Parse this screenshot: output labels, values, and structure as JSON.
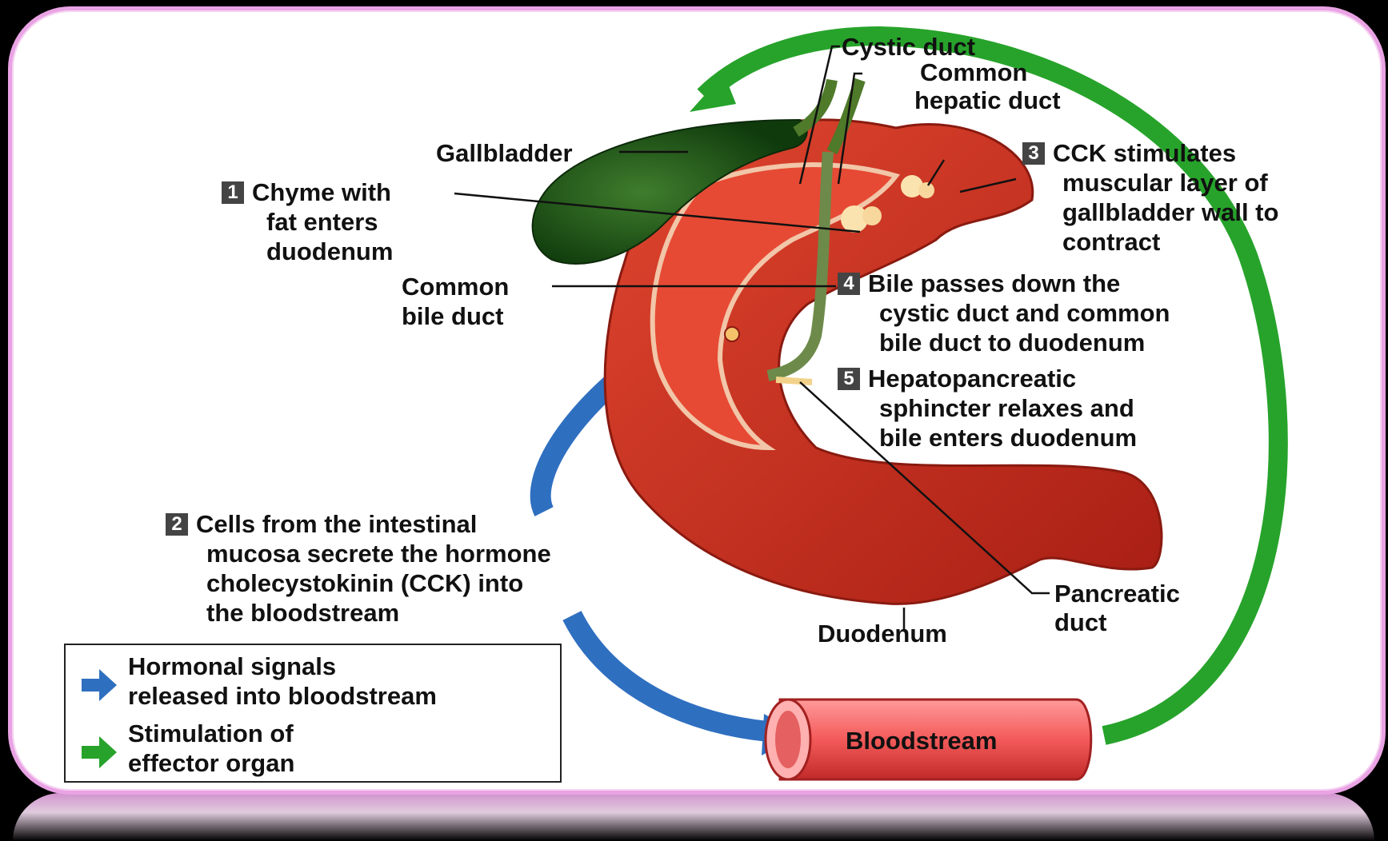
{
  "labels": {
    "cystic_duct": "Cystic duct",
    "common_hepatic_duct_1": "Common",
    "common_hepatic_duct_2": "hepatic duct",
    "gallbladder": "Gallbladder",
    "common_bile_duct_1": "Common",
    "common_bile_duct_2": "bile duct",
    "duodenum": "Duodenum",
    "pancreatic_duct_1": "Pancreatic",
    "pancreatic_duct_2": "duct",
    "bloodstream": "Bloodstream"
  },
  "steps": [
    {
      "number": "1",
      "lines": [
        "Chyme with",
        "fat enters",
        "duodenum"
      ]
    },
    {
      "number": "2",
      "lines": [
        "Cells from the intestinal",
        "mucosa secrete the hormone",
        "cholecystokinin (CCK) into",
        "the bloodstream"
      ]
    },
    {
      "number": "3",
      "lines": [
        "CCK stimulates",
        "muscular layer of",
        "gallbladder wall to",
        "contract"
      ]
    },
    {
      "number": "4",
      "lines": [
        "Bile passes down the",
        "cystic duct and common",
        "bile duct to duodenum"
      ]
    },
    {
      "number": "5",
      "lines": [
        "Hepatopancreatic",
        "sphincter relaxes and",
        "bile enters duodenum"
      ]
    }
  ],
  "legend": [
    {
      "lines": [
        "Hormonal signals",
        "released into bloodstream"
      ],
      "color": "#2f6fc0",
      "icon": "blue-arrow-icon"
    },
    {
      "lines": [
        "Stimulation of",
        "effector organ"
      ],
      "color": "#27a32b",
      "icon": "green-arrow-icon"
    }
  ],
  "colors": {
    "frame_border": "#e9a3e4",
    "hormonal_arrow": "#2f6fc0",
    "stimulation_arrow": "#27a32b",
    "duodenum": "#c8281c",
    "gallbladder": "#1f5a1a",
    "step_box": "#444444"
  }
}
